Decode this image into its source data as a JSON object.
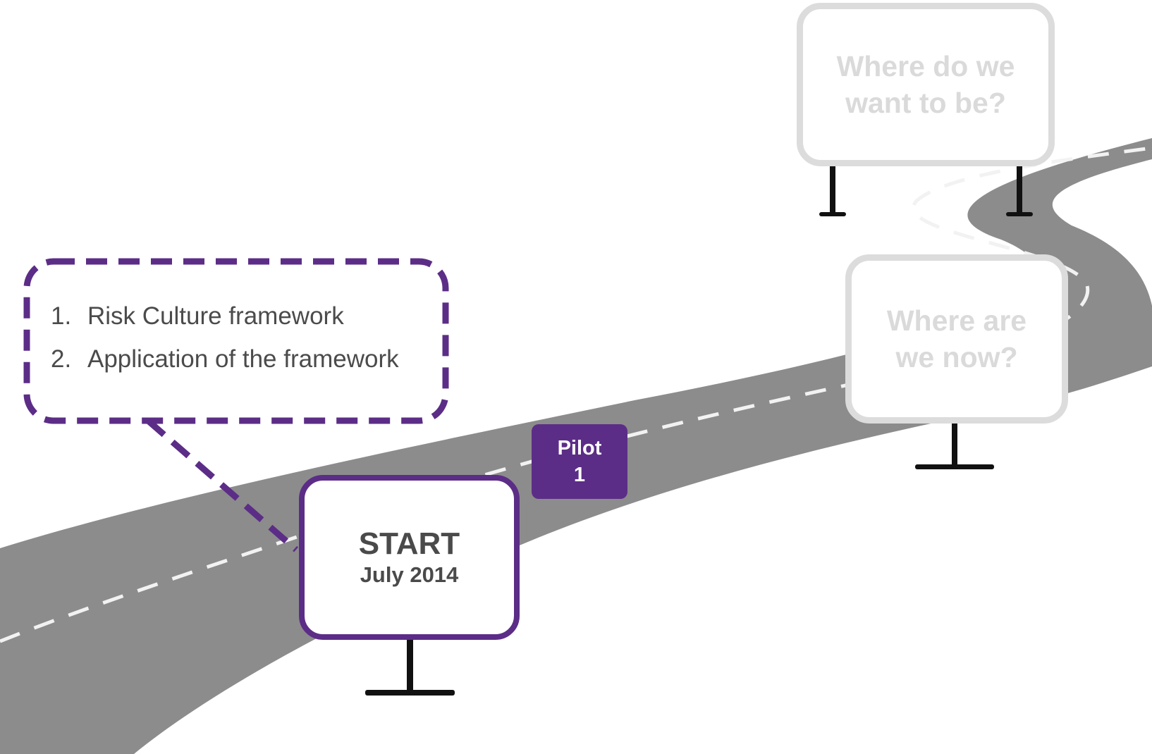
{
  "callout": {
    "items": [
      {
        "number": "1.",
        "text": "Risk Culture framework"
      },
      {
        "number": "2.",
        "text": "Application of the framework"
      }
    ]
  },
  "signs": {
    "future": {
      "line1": "Where do we",
      "line2": "want to be?"
    },
    "now": {
      "line1": "Where are",
      "line2": "we now?"
    },
    "start": {
      "title": "START",
      "date": "July 2014"
    }
  },
  "pilot": {
    "line1": "Pilot",
    "line2": "1"
  },
  "colors": {
    "accent": "#5c2d87",
    "road": "#8c8c8c",
    "road_markings": "#f2f2f2",
    "faded_sign": "#dcdcdc",
    "text": "#4a4a4a"
  },
  "icons": {
    "road": "winding-road",
    "sign_post": "sign-post"
  }
}
